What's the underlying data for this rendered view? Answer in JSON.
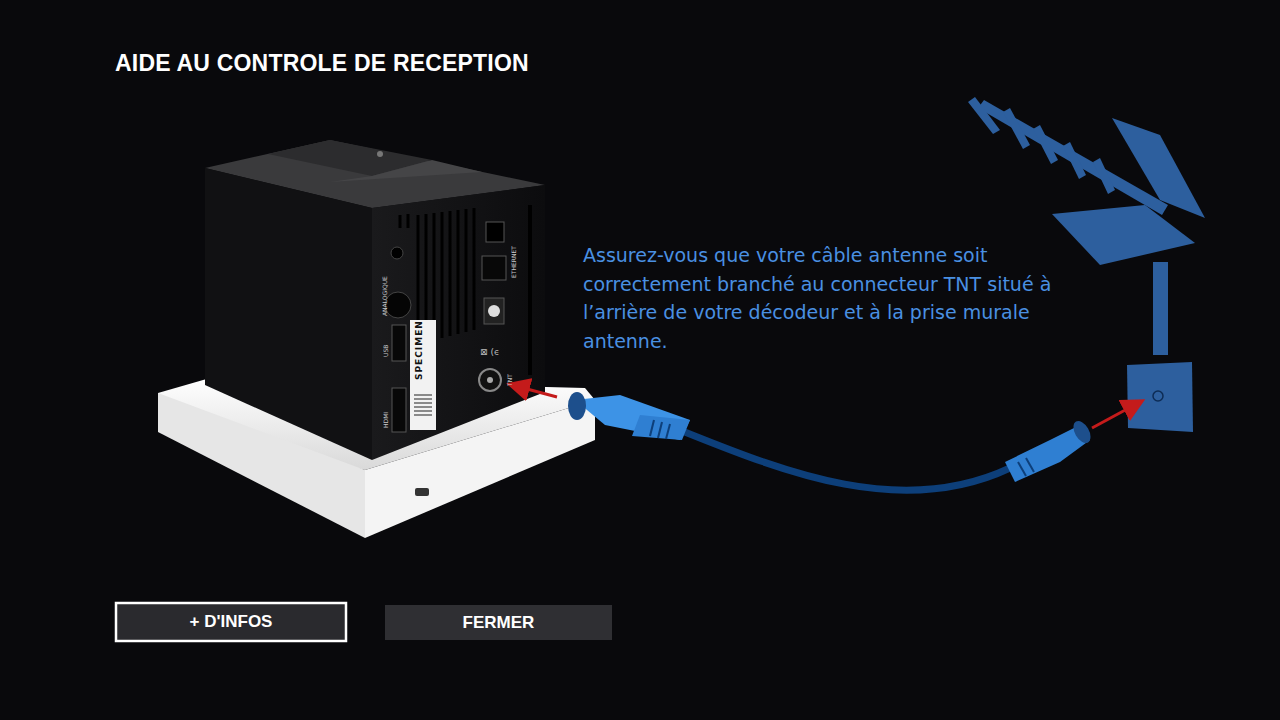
{
  "diagram": {
    "title": "AIDE AU CONTROLE DE RECEPTION",
    "nodes": [
      {
        "text": [
          "+ D'INFOS"
        ]
      },
      {
        "text": [
          "FERMER"
        ]
      }
    ],
    "labels": [
      "Assurez-vous que votre câble antenne soit correctement branché au connecteur TNT situé à l’arrière de votre décodeur et à la prise murale antenne.",
      "ANALOGIQUE",
      "USB",
      "HDMI",
      "SPECIMEN",
      "ETHERNET",
      "TNT"
    ]
  }
}
